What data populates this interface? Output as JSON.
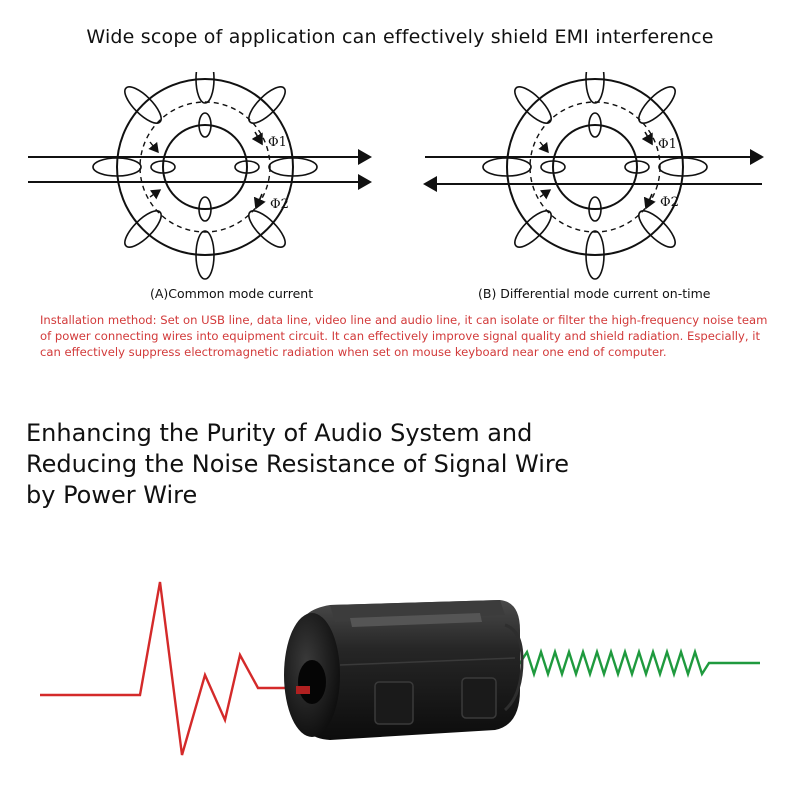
{
  "title": "Wide scope of application can effectively shield EMI interference",
  "diagram_a": {
    "caption": "(A)Common mode current",
    "phi1": "Φ1",
    "phi2": "Φ2"
  },
  "diagram_b": {
    "caption": "(B) Differential mode current on-time",
    "phi1": "Φ1",
    "phi2": "Φ2"
  },
  "installation_text": "Installation method: Set on USB line, data line, video line and audio line, it can isolate or filter the high-frequency noise team of power connecting wires into equipment circuit. It can effectively improve signal quality and shield radiation. Especially, it can effectively suppress electromagnetic radiation when set on mouse keyboard near one end of computer.",
  "heading": {
    "line1": "Enhancing the Purity of Audio System and",
    "line2": "Reducing the Noise Resistance of Signal Wire",
    "line3": "by Power Wire"
  },
  "colors": {
    "install_text": "#d23a3a",
    "noisy_signal": "#d42a2a",
    "clean_signal": "#1f9a3e",
    "ferrite_core": "#1c1c1c"
  }
}
